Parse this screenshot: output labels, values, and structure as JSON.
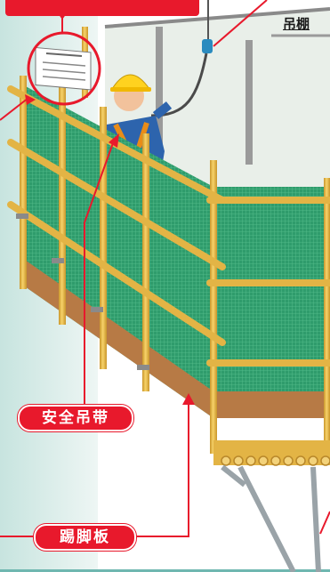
{
  "labels": {
    "safety_harness": "安全吊带",
    "toe_board": "踢脚板",
    "top_right_partial": "吊棚"
  },
  "colors": {
    "callout_red": "#e8192c",
    "scaffold_tube": "#e8b93c",
    "safety_net": "#2e9a6a",
    "toe_board": "#b77a45",
    "background_left": "#cde6e1"
  }
}
